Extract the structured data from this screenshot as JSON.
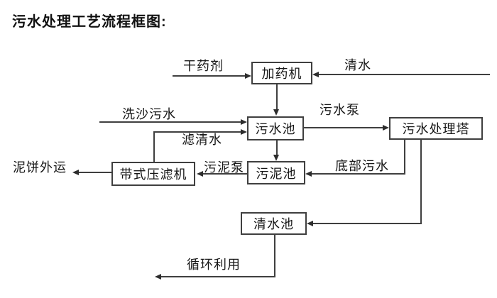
{
  "title": "污水处理工艺流程框图:",
  "diagram": {
    "nodes": {
      "dosing_machine": "加药机",
      "sewage_pool": "污水池",
      "treatment_tower": "污水处理塔",
      "sludge_pool": "污泥池",
      "belt_filter_press": "带式压滤机",
      "clean_water_pool": "清水池"
    },
    "flow_labels": {
      "dry_agent": "干药剂",
      "clean_water": "清水",
      "sand_washing_sewage": "洗沙污水",
      "sewage_pump": "污水泵",
      "filtered_water": "滤清水",
      "sludge_cake_out": "泥饼外运",
      "sludge_pump": "污泥泵",
      "bottom_sewage": "底部污水",
      "recycle_use": "循环利用"
    },
    "edges": [
      {
        "from": "干药剂",
        "to": "加药机"
      },
      {
        "from": "清水",
        "to": "加药机"
      },
      {
        "from": "加药机",
        "to": "污水池"
      },
      {
        "from": "洗沙污水",
        "to": "污水池"
      },
      {
        "from": "带式压滤机",
        "to": "污水池",
        "label": "滤清水"
      },
      {
        "from": "污水池",
        "to": "污水处理塔",
        "label": "污水泵"
      },
      {
        "from": "污水池",
        "to": "污泥池"
      },
      {
        "from": "污水处理塔",
        "to": "污泥池",
        "label": "底部污水"
      },
      {
        "from": "污泥池",
        "to": "带式压滤机",
        "label": "污泥泵"
      },
      {
        "from": "带式压滤机",
        "to": "泥饼外运"
      },
      {
        "from": "污水处理塔",
        "to": "清水池"
      },
      {
        "from": "清水池",
        "to": "循环利用"
      }
    ]
  },
  "colors": {
    "background": "#ffffff",
    "text": "#161616",
    "line": "#3f3f3f",
    "box_border": "#3f3f3f",
    "box_fill": "#ffffff"
  }
}
